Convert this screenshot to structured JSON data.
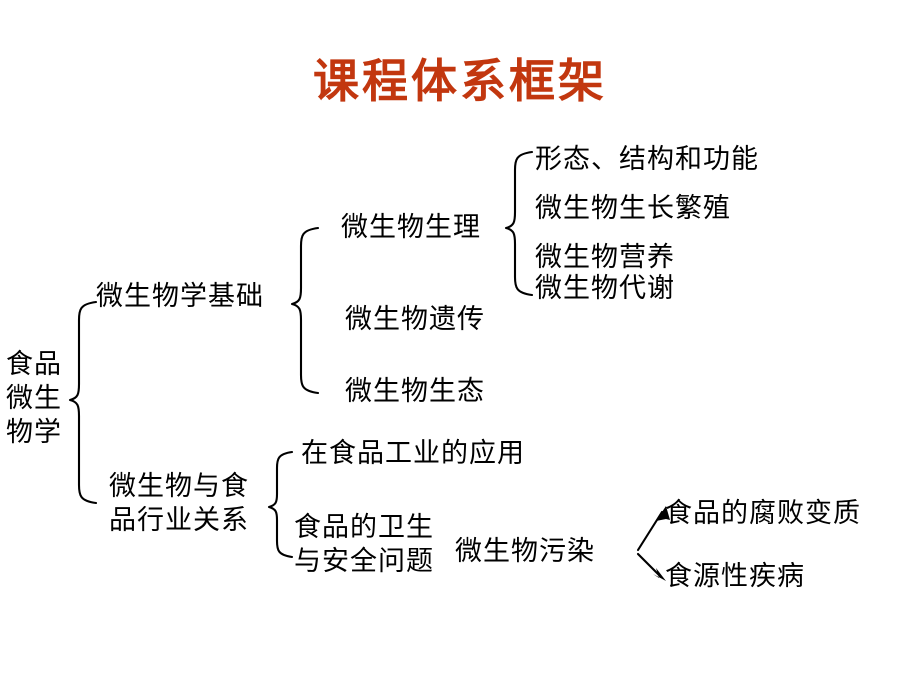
{
  "slide": {
    "title": "课程体系框架",
    "title_color": "#C2370F",
    "background_color": "#FFFFFF",
    "text_color": "#000000"
  },
  "tree": {
    "root": {
      "label": "食品\n微生\n物学",
      "label_flat": "食品微生物学"
    },
    "level2": [
      {
        "label": "微生物学基础",
        "label_flat": "微生物学基础"
      },
      {
        "label": "微生物与食\n品行业关系",
        "label_flat": "微生物与食品行业关系"
      }
    ],
    "level3_basics": [
      {
        "label": "微生物生理"
      },
      {
        "label": "微生物遗传"
      },
      {
        "label": "微生物生态"
      }
    ],
    "level4_physiology": [
      {
        "label": "形态、结构和功能"
      },
      {
        "label": "微生物生长繁殖"
      },
      {
        "label": "微生物营养"
      },
      {
        "label": "微生物代谢"
      }
    ],
    "level3_industry": [
      {
        "label": "在食品工业的应用"
      },
      {
        "label": "食品的卫生\n与安全问题",
        "label_flat": "食品的卫生与安全问题"
      }
    ],
    "contamination": {
      "label": "微生物污染",
      "outcomes": [
        {
          "label": "食品的腐败变质"
        },
        {
          "label": "食源性疾病"
        }
      ]
    }
  }
}
